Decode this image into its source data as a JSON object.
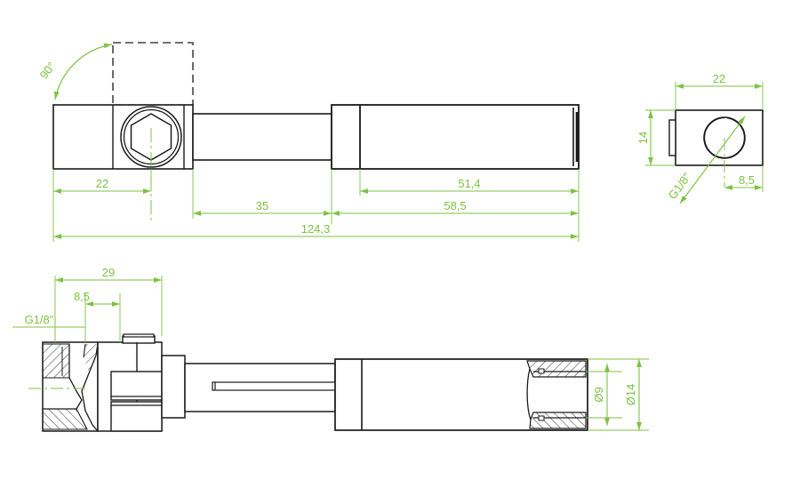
{
  "drawing": {
    "title": "Pneumatic cylinder technical drawing",
    "colors": {
      "outline": "#1a1a1a",
      "dimension": "#7dc242",
      "hatch": "#1a1a1a",
      "background": "#ffffff"
    },
    "views": [
      {
        "name": "top-view",
        "label": ""
      },
      {
        "name": "right-end-view",
        "label": ""
      },
      {
        "name": "section-view",
        "label": ""
      }
    ],
    "dimensions": {
      "top_view": {
        "angle_90": "90°",
        "width_22": "22",
        "length_35": "35",
        "length_51_4": "51,4",
        "length_58_5": "58,5",
        "length_124_3": "124,3"
      },
      "right_view": {
        "width_22": "22",
        "height_14": "14",
        "offset_8_5": "8,5",
        "thread_g18": "G1/8\""
      },
      "section_view": {
        "length_29": "29",
        "offset_8_5": "8,5",
        "thread_g18": "G1/8\"",
        "dia_9": "Ø9",
        "dia_14": "Ø14"
      }
    }
  }
}
